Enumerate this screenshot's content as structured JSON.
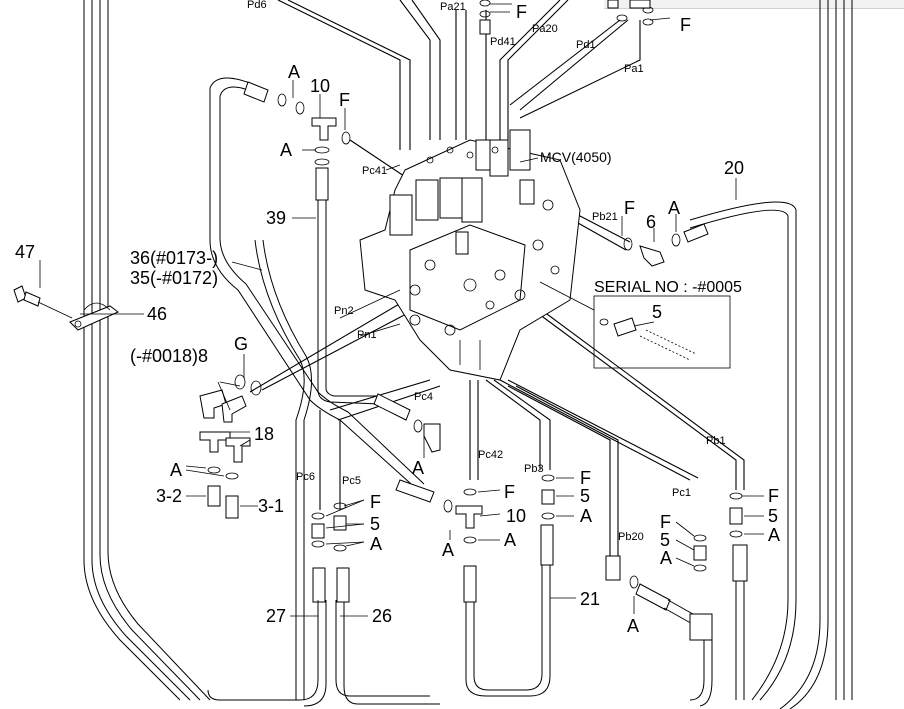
{
  "labels": {
    "pd6": "Pd6",
    "pa21": "Pa21",
    "pd41": "Pd41",
    "pa20": "Pa20",
    "pd1": "Pd1",
    "pa1": "Pa1",
    "pc41": "Pc41",
    "mcv": "MCV(4050)",
    "pb21": "Pb21",
    "pn2": "Pn2",
    "pn1": "Pn1",
    "pc4": "Pc4",
    "pc6": "Pc6",
    "pc5": "Pc5",
    "pc42": "Pc42",
    "pb3": "Pb3",
    "pc1": "Pc1",
    "pb1": "Pb1",
    "pb20": "Pb20",
    "serial": "SERIAL NO : -#0005",
    "n47": "47",
    "n46": "46",
    "n36": "36(#0173-)",
    "n35": "35(-#0172)",
    "n39": "39",
    "n10a": "10",
    "n10b": "10",
    "n20": "20",
    "n6": "6",
    "n5a": "5",
    "n8": "(-#0018)8",
    "n18": "18",
    "n3_2": "3-2",
    "n3_1": "3-1",
    "n27": "27",
    "n26": "26",
    "n21": "21",
    "n5b": "5",
    "n5c": "5",
    "n5d": "5",
    "n5e": "5",
    "F1": "F",
    "F2": "F",
    "F3": "F",
    "F4": "F",
    "F5": "F",
    "F6": "F",
    "F7": "F",
    "F8": "F",
    "F9": "F",
    "A1": "A",
    "A2": "A",
    "A3": "A",
    "A4": "A",
    "A5": "A",
    "A6": "A",
    "A7": "A",
    "A8": "A",
    "A9": "A",
    "A10": "A",
    "A11": "A",
    "G1": "G"
  }
}
